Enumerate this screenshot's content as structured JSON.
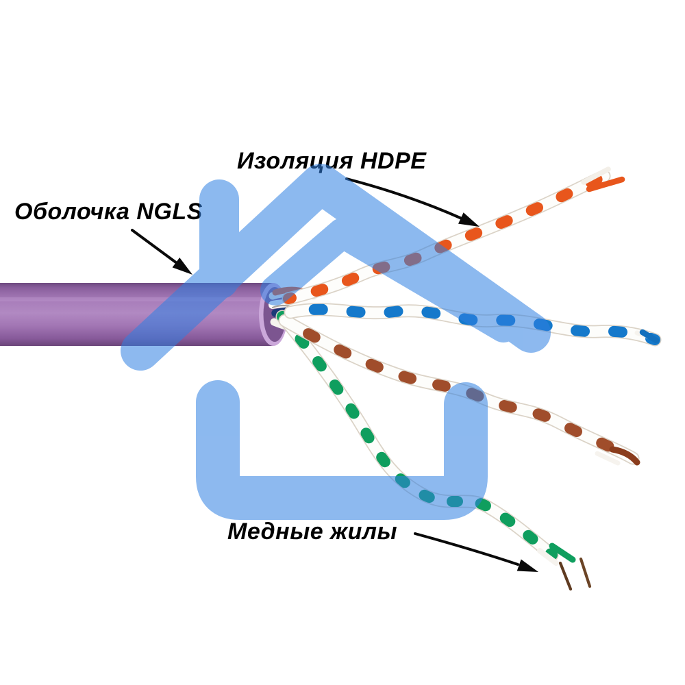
{
  "scene": {
    "description": "Annotated photo of UTP twisted-pair cable with purple jacket",
    "background": "#ffffff"
  },
  "labels": {
    "sheath": "Оболочка NGLS",
    "insulation": "Изоляция HDPE",
    "copper": "Медные жилы"
  },
  "annotations": [
    {
      "label": "Оболочка NGLS",
      "points_to": "purple cable jacket"
    },
    {
      "label": "Изоляция HDPE",
      "points_to": "orange twisted-pair insulation"
    },
    {
      "label": "Медные жилы",
      "points_to": "bare copper conductor tips"
    }
  ],
  "cable": {
    "pairs": [
      "orange-white",
      "blue-white",
      "brown-white",
      "green-white"
    ],
    "conductor_tips": "copper"
  },
  "colors": {
    "watermark_blue": "#3080e2",
    "jacket_purple": "#a77cb8",
    "jacket_rim": "#cba8da",
    "pair_orange": "#e8561c",
    "pair_blue": "#1579cb",
    "pair_navy": "#1d3a78",
    "pair_brown": "#a04d2b",
    "pair_green": "#0f9e5e",
    "pair_white": "#fdfdfb",
    "copper_wire": "#5f3b21",
    "arrow_black": "#0a0a0a"
  }
}
